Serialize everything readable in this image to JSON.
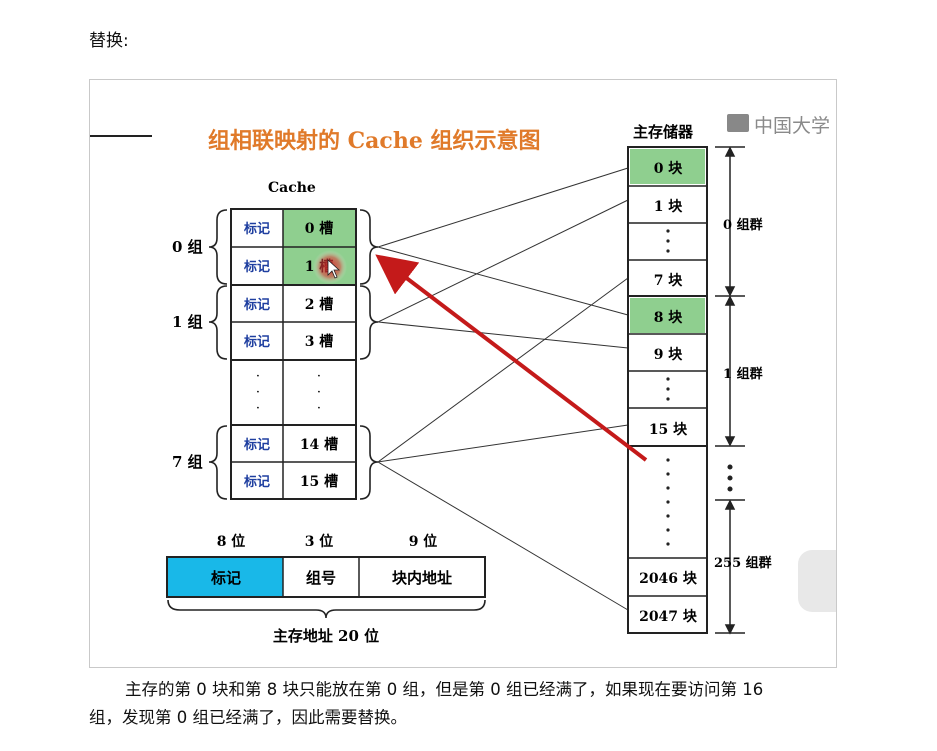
{
  "heading": "替换:",
  "figure": {
    "title": "组相联映射的 Cache 组织示意图",
    "cache_label": "Cache",
    "main_memory_label": "主存储器",
    "watermark": "中国大学",
    "groups": [
      {
        "label": "0 组"
      },
      {
        "label": "1 组"
      },
      {
        "label": "7 组"
      }
    ],
    "cache_rows": [
      {
        "tag": "标记",
        "slot": "0 槽"
      },
      {
        "tag": "标记",
        "slot": "1 槽"
      },
      {
        "tag": "标记",
        "slot": "2 槽"
      },
      {
        "tag": "标记",
        "slot": "3 槽"
      },
      {
        "tag": "标记",
        "slot": "14 槽"
      },
      {
        "tag": "标记",
        "slot": "15 槽"
      }
    ],
    "memory_blocks": [
      "0 块",
      "1 块",
      "7 块",
      "8 块",
      "9 块",
      "15 块",
      "2046 块",
      "2047 块"
    ],
    "memory_groups": [
      "0 组群",
      "1 组群",
      "255 组群"
    ],
    "address": {
      "bits": [
        "8 位",
        "3 位",
        "9 位"
      ],
      "fields": [
        "标记",
        "组号",
        "块内地址"
      ],
      "total": "主存地址 20 位"
    }
  },
  "caption": {
    "line1": "主存的第 0 块和第 8 块只能放在第 0 组，但是第 0 组已经满了，如果现在要访问第 16",
    "line2": "组，发现第 0 组已经满了，因此需要替换。"
  },
  "colors": {
    "title": "#e07a2a",
    "highlight_green": "#8fcf8f",
    "tag_blue": "#1f3fa0",
    "field_cyan": "#19b8e8",
    "arrow_red": "#c41a1a"
  }
}
